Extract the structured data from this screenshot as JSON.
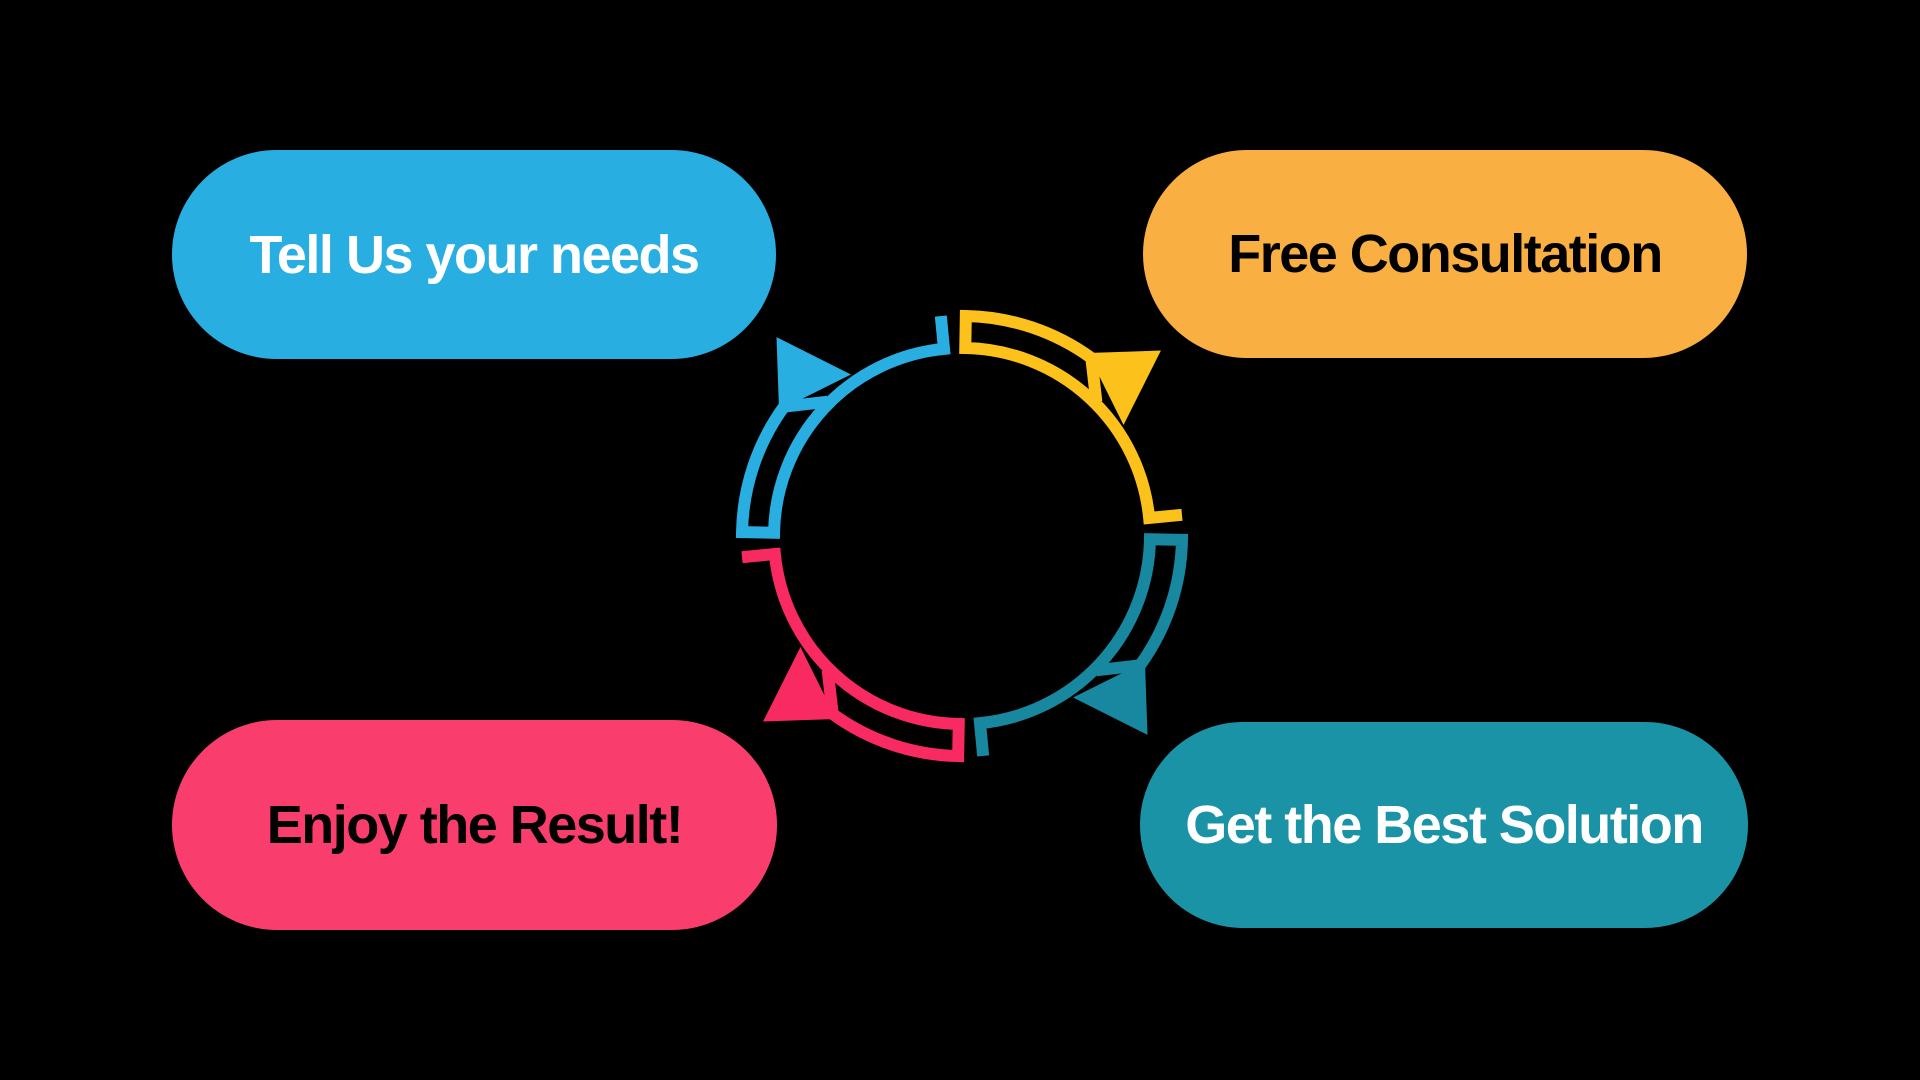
{
  "background_color": "#000000",
  "diagram_type": "process-cycle",
  "steps": [
    {
      "id": "tell-us-your-needs",
      "label": "Tell Us your needs",
      "position": "top-left",
      "pill_color": "#29AEE2",
      "text_color": "#FFFFFF",
      "arrow_color": "#29AEE2",
      "arrow_quadrant": "9-to-12-oclock",
      "arrow_points_to": "top-left"
    },
    {
      "id": "free-consultation",
      "label": "Free Consultation",
      "position": "top-right",
      "pill_color": "#F9AF42",
      "text_color": "#000000",
      "arrow_color": "#FCC11B",
      "arrow_quadrant": "12-to-3-oclock",
      "arrow_points_to": "top-right"
    },
    {
      "id": "get-the-best-solution",
      "label": "Get the Best Solution",
      "position": "bottom-right",
      "pill_color": "#1A93A6",
      "text_color": "#FFFFFF",
      "arrow_color": "#1887A0",
      "arrow_quadrant": "3-to-6-oclock",
      "arrow_points_to": "bottom-right"
    },
    {
      "id": "enjoy-the-result",
      "label": "Enjoy the Result!",
      "position": "bottom-left",
      "pill_color": "#F93E6D",
      "text_color": "#000000",
      "arrow_color": "#F92A61",
      "arrow_quadrant": "6-to-9-oclock",
      "arrow_points_to": "bottom-left"
    }
  ]
}
